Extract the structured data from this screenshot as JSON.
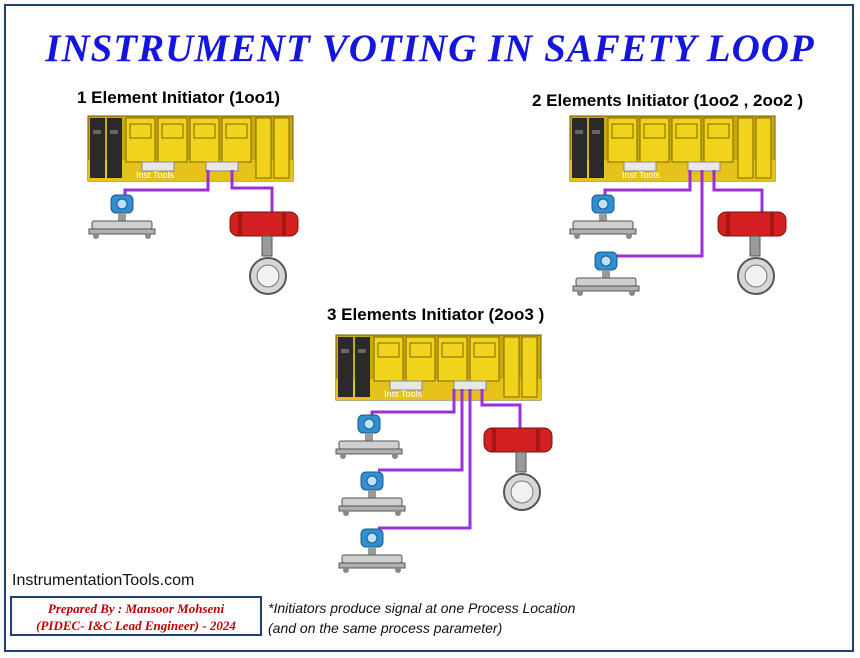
{
  "title": "INSTRUMENT VOTING  IN  SAFETY  LOOP",
  "sections": [
    {
      "label": "1 Element Initiator (1oo1)",
      "plc_text": "Inst Tools"
    },
    {
      "label": "2 Elements Initiator (1oo2 , 2oo2 )",
      "plc_text": "Inst Tools"
    },
    {
      "label": "3 Elements Initiator (2oo3 )",
      "plc_text": "Inst Tools"
    }
  ],
  "website": "InstrumentationTools.com",
  "credit": {
    "line1": "Prepared By : Mansoor Mohseni",
    "line2": "(PIDEC- I&C Lead Engineer) - 2024"
  },
  "note": {
    "line1": "*Initiators produce signal at one Process Location",
    "line2": "(and on the same process parameter)"
  },
  "colors": {
    "title": "#1515e0",
    "wire": "#9b30d9",
    "plc_module": "#f2d31b",
    "valve_actuator": "#d42020",
    "transmitter": "#2f8fd0",
    "credit_text": "#c00000"
  }
}
